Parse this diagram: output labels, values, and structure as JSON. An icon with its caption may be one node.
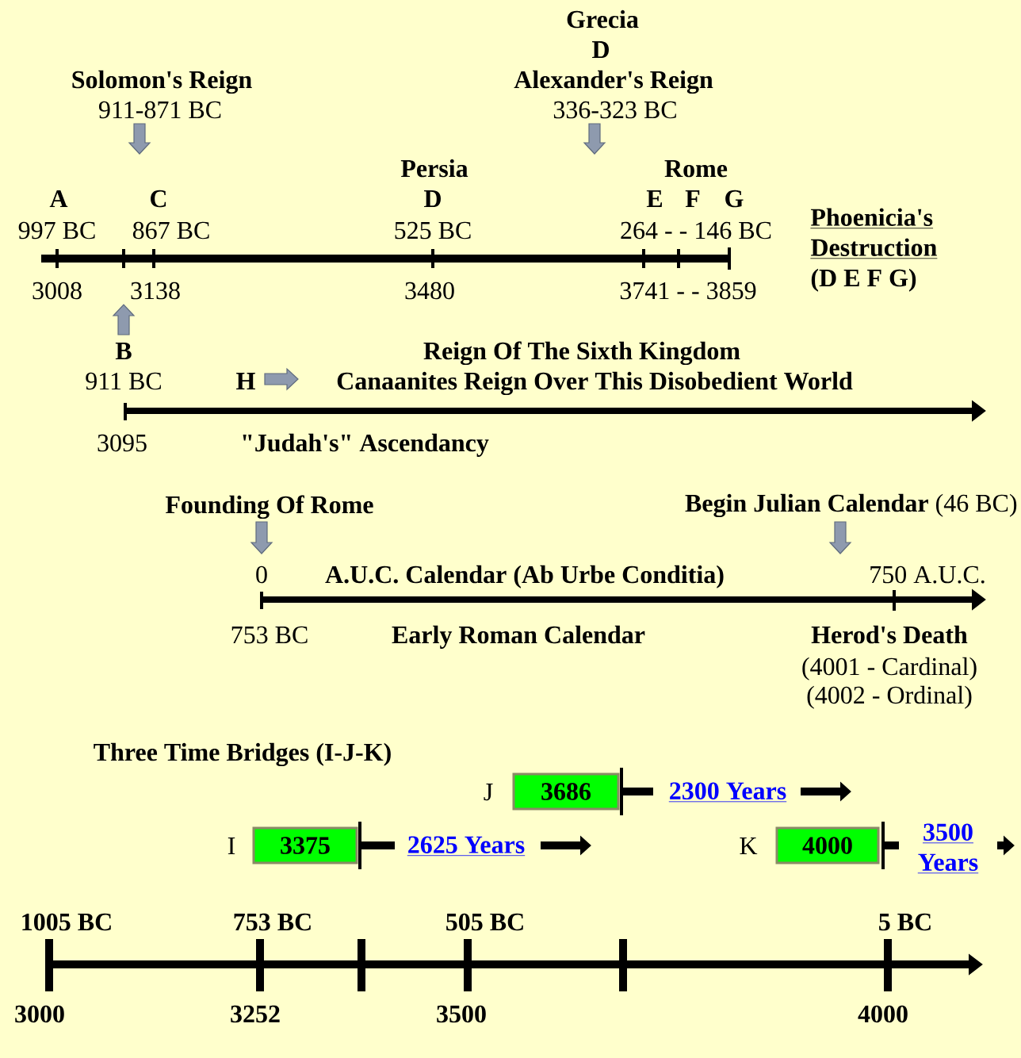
{
  "diagram": {
    "nodes": [
      {
        "text": [
          "3686"
        ],
        "beside": [
          "J"
        ]
      },
      {
        "text": [
          "3375"
        ],
        "beside": [
          "I"
        ]
      },
      {
        "text": [
          "4000"
        ],
        "beside": [
          "K"
        ]
      }
    ],
    "labels": [
      "Grecia",
      "D",
      "Solomon's Reign",
      "Alexander's Reign",
      "911-871 BC",
      "336-323 BC",
      "Persia",
      "Rome",
      "A",
      "C",
      "D",
      "E",
      "F",
      "G",
      "997 BC",
      "867 BC",
      "525 BC",
      "264 - - 146 BC",
      "Phoenicia's Destruction",
      "3008",
      "3138",
      "3480",
      "3741 - - 3859",
      "(D E F G)",
      "B",
      "Reign Of The Sixth Kingdom",
      "911 BC",
      "H",
      "Canaanites Reign Over This Disobedient World",
      "3095",
      "\"Judah's\" Ascendancy",
      "Founding Of Rome",
      "**Begin Julian Calendar** (46 BC)",
      "0",
      "A.U.C. Calendar (Ab Urbe Conditia)",
      "750 A.U.C.",
      "753 BC",
      "Early Roman Calendar",
      "Herod's Death",
      "(4001 - Cardinal)",
      "(4002 - Ordinal)",
      "Three Time Bridges (I-J-K)",
      "2300 Years",
      "2625 Years",
      "3500 Years",
      "1005 BC",
      "753 BC",
      "505 BC",
      "5 BC",
      "3000",
      "3252",
      "3500",
      "4000"
    ]
  }
}
